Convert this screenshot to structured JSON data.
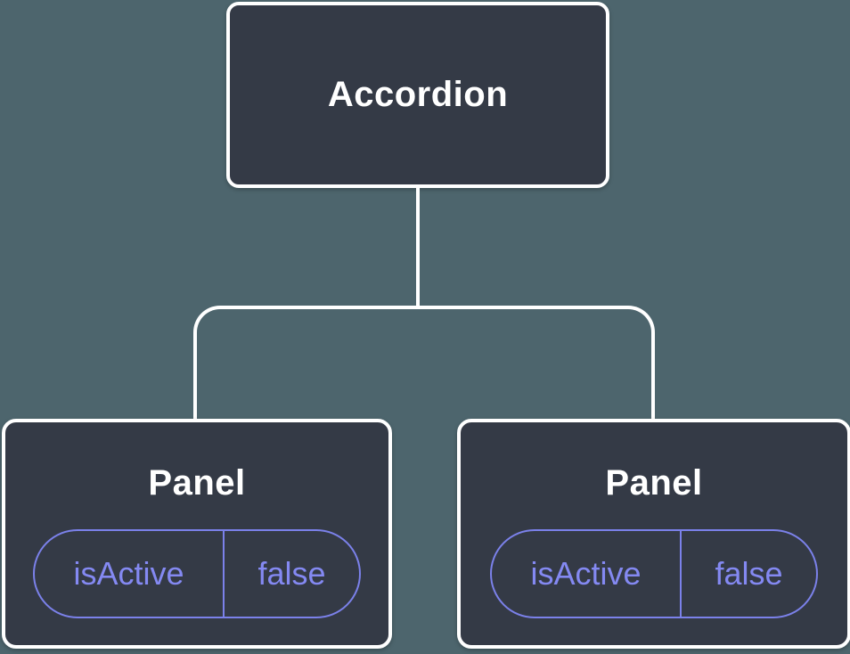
{
  "diagram": {
    "type": "component-tree",
    "root": {
      "label": "Accordion"
    },
    "children": [
      {
        "label": "Panel",
        "state": {
          "name": "isActive",
          "value": "false"
        }
      },
      {
        "label": "Panel",
        "state": {
          "name": "isActive",
          "value": "false"
        }
      }
    ]
  },
  "colors": {
    "background": "#4D656D",
    "node_fill": "#343A46",
    "node_border": "#FFFFFF",
    "node_text": "#FFFFFF",
    "connector": "#FFFFFF",
    "state_border": "#7B81EA",
    "state_text": "#8489F2"
  }
}
